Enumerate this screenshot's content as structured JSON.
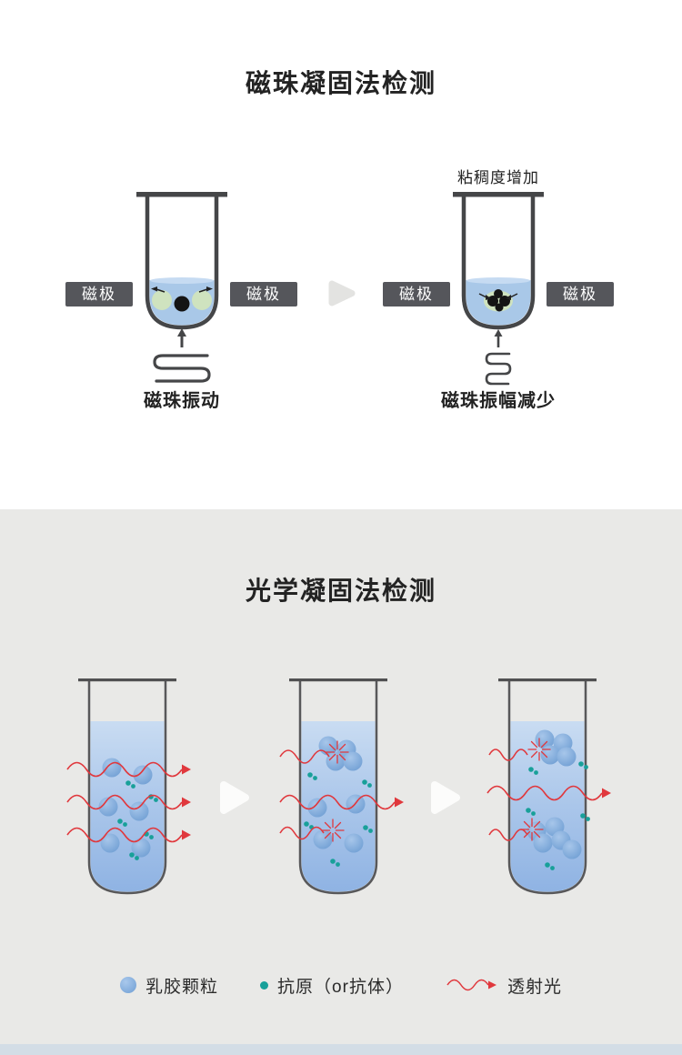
{
  "magnetic_section": {
    "title": "磁珠凝固法检测",
    "tube_before": {
      "pole_left": "磁极",
      "pole_right": "磁极",
      "caption": "磁珠振动"
    },
    "tube_after": {
      "annotation": "粘稠度增加",
      "pole_left": "磁极",
      "pole_right": "磁极",
      "caption": "磁珠振幅减少"
    }
  },
  "optical_section": {
    "title": "光学凝固法检测",
    "legend": {
      "latex_particle": "乳胶颗粒",
      "antigen": "抗原（or抗体）",
      "transmitted_light": "透射光"
    }
  },
  "colors": {
    "section_background": "#e9e9e7",
    "tube_outline": "#454648",
    "liquid_blue": "#a9c8e8",
    "liquid_gradient_top": "#c9dcf2",
    "liquid_gradient_bottom": "#8fb3e3",
    "latex_particle_blue": "#7ba6d8",
    "antigen_teal": "#18a099",
    "transmitted_light_red": "#e0383d",
    "magnet_bead_green": "#cfe3bf",
    "magnet_bead_black": "#141414",
    "pole_badge_background": "#55565b",
    "bottom_strip_blue": "#d3dde6"
  }
}
